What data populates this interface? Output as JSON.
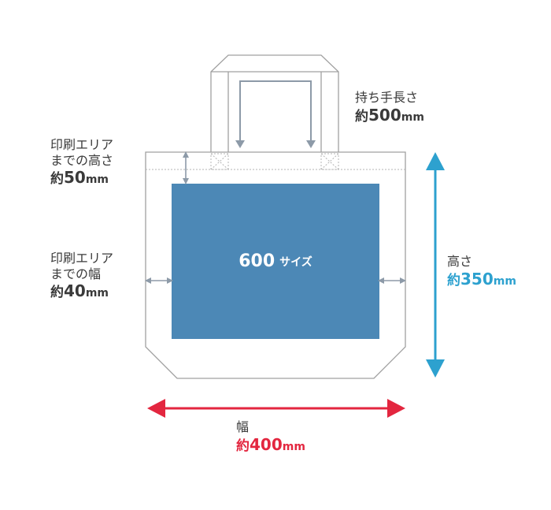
{
  "colors": {
    "bag_outline": "#a0a0a0",
    "print_area": "#4c88b6",
    "arrow_gray": "#8d9aa8",
    "height_accent": "#2da1cf",
    "width_accent": "#e3263f",
    "text": "#3a3a3a"
  },
  "print_area": {
    "size_number": "600",
    "size_suffix": "サイズ"
  },
  "handle_label": {
    "line1": "持ち手長さ",
    "prefix": "約",
    "number": "500",
    "unit": "mm"
  },
  "top_margin_label": {
    "line1": "印刷エリア",
    "line2": "までの高さ",
    "prefix": "約",
    "number": "50",
    "unit": "mm"
  },
  "side_margin_label": {
    "line1": "印刷エリア",
    "line2": "までの幅",
    "prefix": "約",
    "number": "40",
    "unit": "mm"
  },
  "height_label": {
    "line1": "高さ",
    "prefix": "約",
    "number": "350",
    "unit": "mm"
  },
  "width_label": {
    "line1": "幅",
    "prefix": "約",
    "number": "400",
    "unit": "mm"
  }
}
